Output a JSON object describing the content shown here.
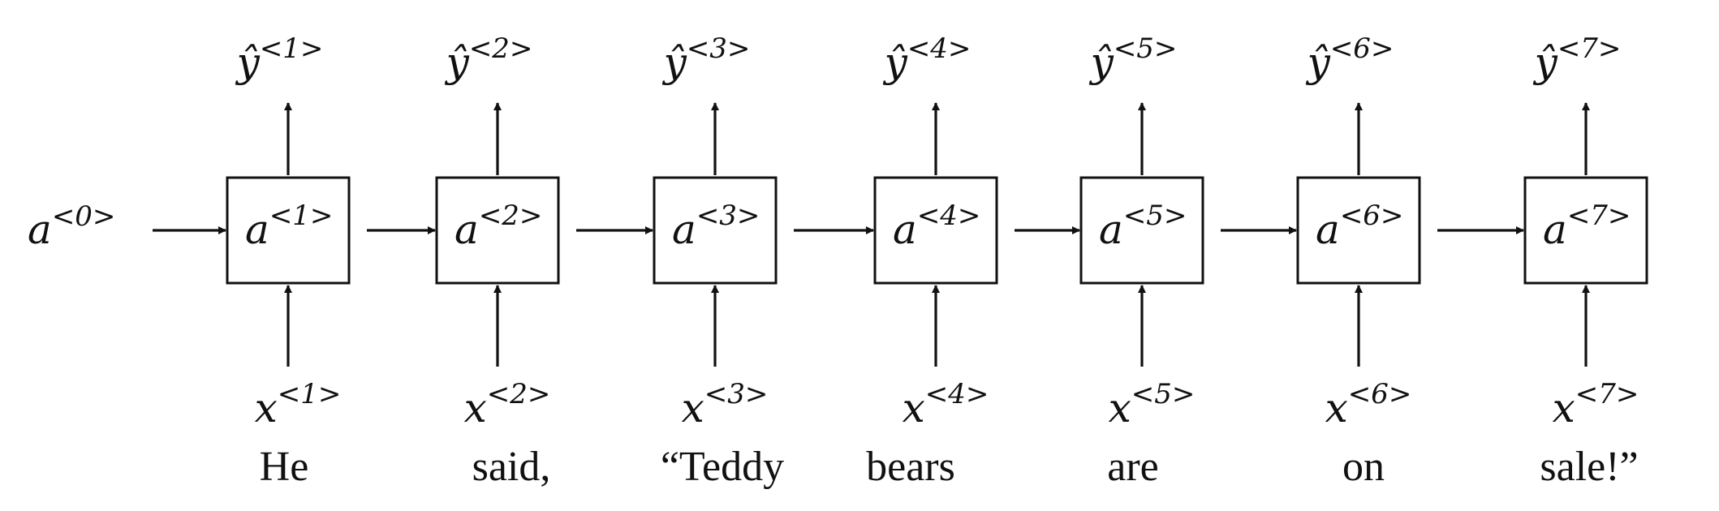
{
  "initial_state": {
    "base": "a",
    "sup": "<0>"
  },
  "steps": [
    {
      "hidden": {
        "base": "a",
        "sup": "<1>"
      },
      "output": {
        "base": "ŷ",
        "sup": "<1>"
      },
      "input": {
        "base": "x",
        "sup": "<1>"
      },
      "word": "He"
    },
    {
      "hidden": {
        "base": "a",
        "sup": "<2>"
      },
      "output": {
        "base": "ŷ",
        "sup": "<2>"
      },
      "input": {
        "base": "x",
        "sup": "<2>"
      },
      "word": "said,"
    },
    {
      "hidden": {
        "base": "a",
        "sup": "<3>"
      },
      "output": {
        "base": "ŷ",
        "sup": "<3>"
      },
      "input": {
        "base": "x",
        "sup": "<3>"
      },
      "word": "“Teddy"
    },
    {
      "hidden": {
        "base": "a",
        "sup": "<4>"
      },
      "output": {
        "base": "ŷ",
        "sup": "<4>"
      },
      "input": {
        "base": "x",
        "sup": "<4>"
      },
      "word": "bears"
    },
    {
      "hidden": {
        "base": "a",
        "sup": "<5>"
      },
      "output": {
        "base": "ŷ",
        "sup": "<5>"
      },
      "input": {
        "base": "x",
        "sup": "<5>"
      },
      "word": "are"
    },
    {
      "hidden": {
        "base": "a",
        "sup": "<6>"
      },
      "output": {
        "base": "ŷ",
        "sup": "<6>"
      },
      "input": {
        "base": "x",
        "sup": "<6>"
      },
      "word": "on"
    },
    {
      "hidden": {
        "base": "a",
        "sup": "<7>"
      },
      "output": {
        "base": "ŷ",
        "sup": "<7>"
      },
      "input": {
        "base": "x",
        "sup": "<7>"
      },
      "word": "sale!”"
    }
  ]
}
